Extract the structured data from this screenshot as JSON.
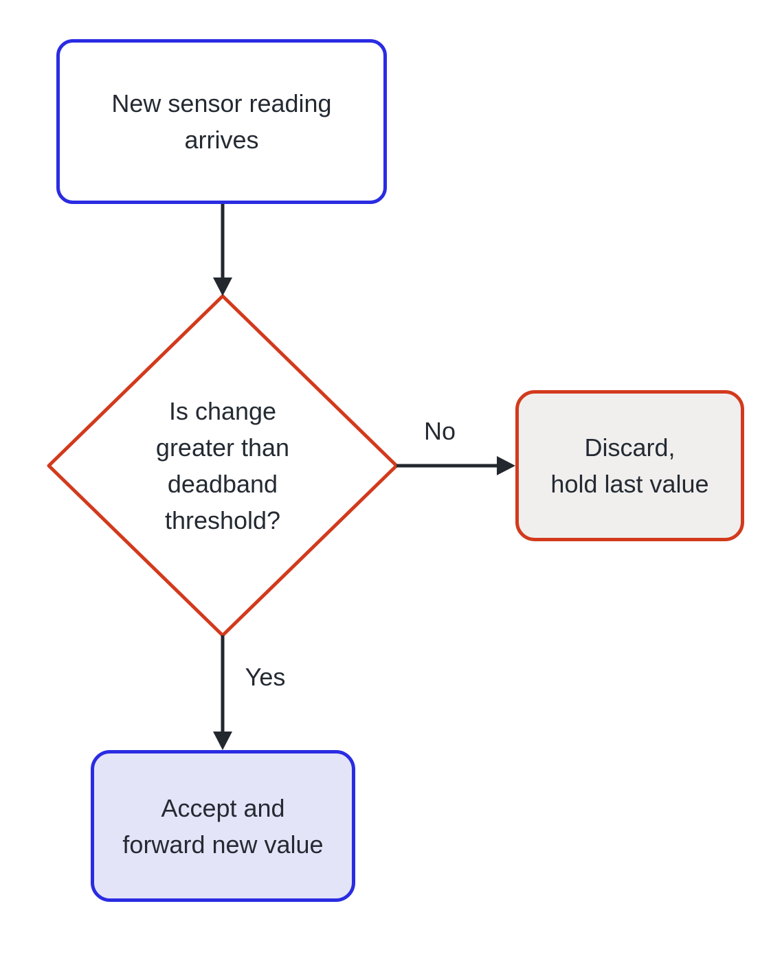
{
  "colors": {
    "background": "#ffffff",
    "blue": "#2a2ce2",
    "red": "#d23a1c",
    "text": "#242a32",
    "arrow": "#23272e",
    "start-fill": "#ffffff",
    "decision-fill": "#ffffff",
    "discard-fill": "#f0efee",
    "accept-fill": "#e4e4f8"
  },
  "nodes": {
    "start": {
      "text": "New sensor reading arrives",
      "lines": [
        "New sensor reading",
        "arrives"
      ]
    },
    "decision": {
      "text": "Is change greater than deadband threshold?",
      "lines": [
        "Is change",
        "greater than",
        "deadband",
        "threshold?"
      ]
    },
    "discard": {
      "text": "Discard, hold last value",
      "lines": [
        "Discard,",
        "hold last value"
      ]
    },
    "accept": {
      "text": "Accept and forward new value",
      "lines": [
        "Accept and",
        "forward new value"
      ]
    }
  },
  "edges": {
    "no_label": "No",
    "yes_label": "Yes"
  }
}
